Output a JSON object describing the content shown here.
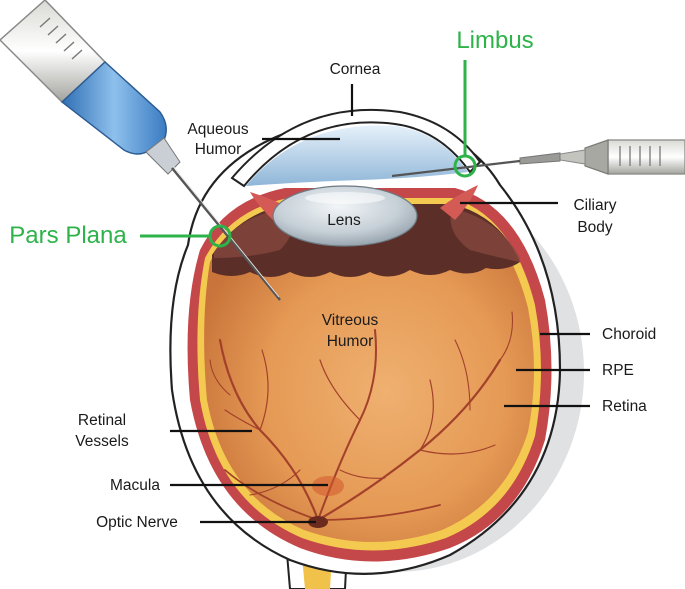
{
  "labels": {
    "cornea": "Cornea",
    "aqueous_1": "Aqueous",
    "aqueous_2": "Humor",
    "limbus": "Limbus",
    "lens": "Lens",
    "ciliary_1": "Ciliary",
    "ciliary_2": "Body",
    "pars_plana": "Pars Plana",
    "vitreous_1": "Vitreous",
    "vitreous_2": "Humor",
    "choroid": "Choroid",
    "rpe": "RPE",
    "retina": "Retina",
    "retinal_vessels_1": "Retinal",
    "retinal_vessels_2": "Vessels",
    "macula": "Macula",
    "optic_nerve": "Optic Nerve"
  },
  "colors": {
    "injection_site_highlight": "#2db34a",
    "sclera_outline": "#222222",
    "choroid": "#c4474a",
    "retina": "#f1c24a",
    "vitreous": "#e8a15e",
    "aqueous": "#9fc3e0",
    "lens": "#c9d3da",
    "vessels": "#a3412b",
    "syringe_blue": "#4f8fd0",
    "syringe_grey": "#9a9a96"
  },
  "icons": {
    "left_syringe": "syringe-icon",
    "right_syringe": "syringe-icon",
    "limbus_marker": "circle-marker-icon",
    "pars_plana_marker": "circle-marker-icon"
  }
}
